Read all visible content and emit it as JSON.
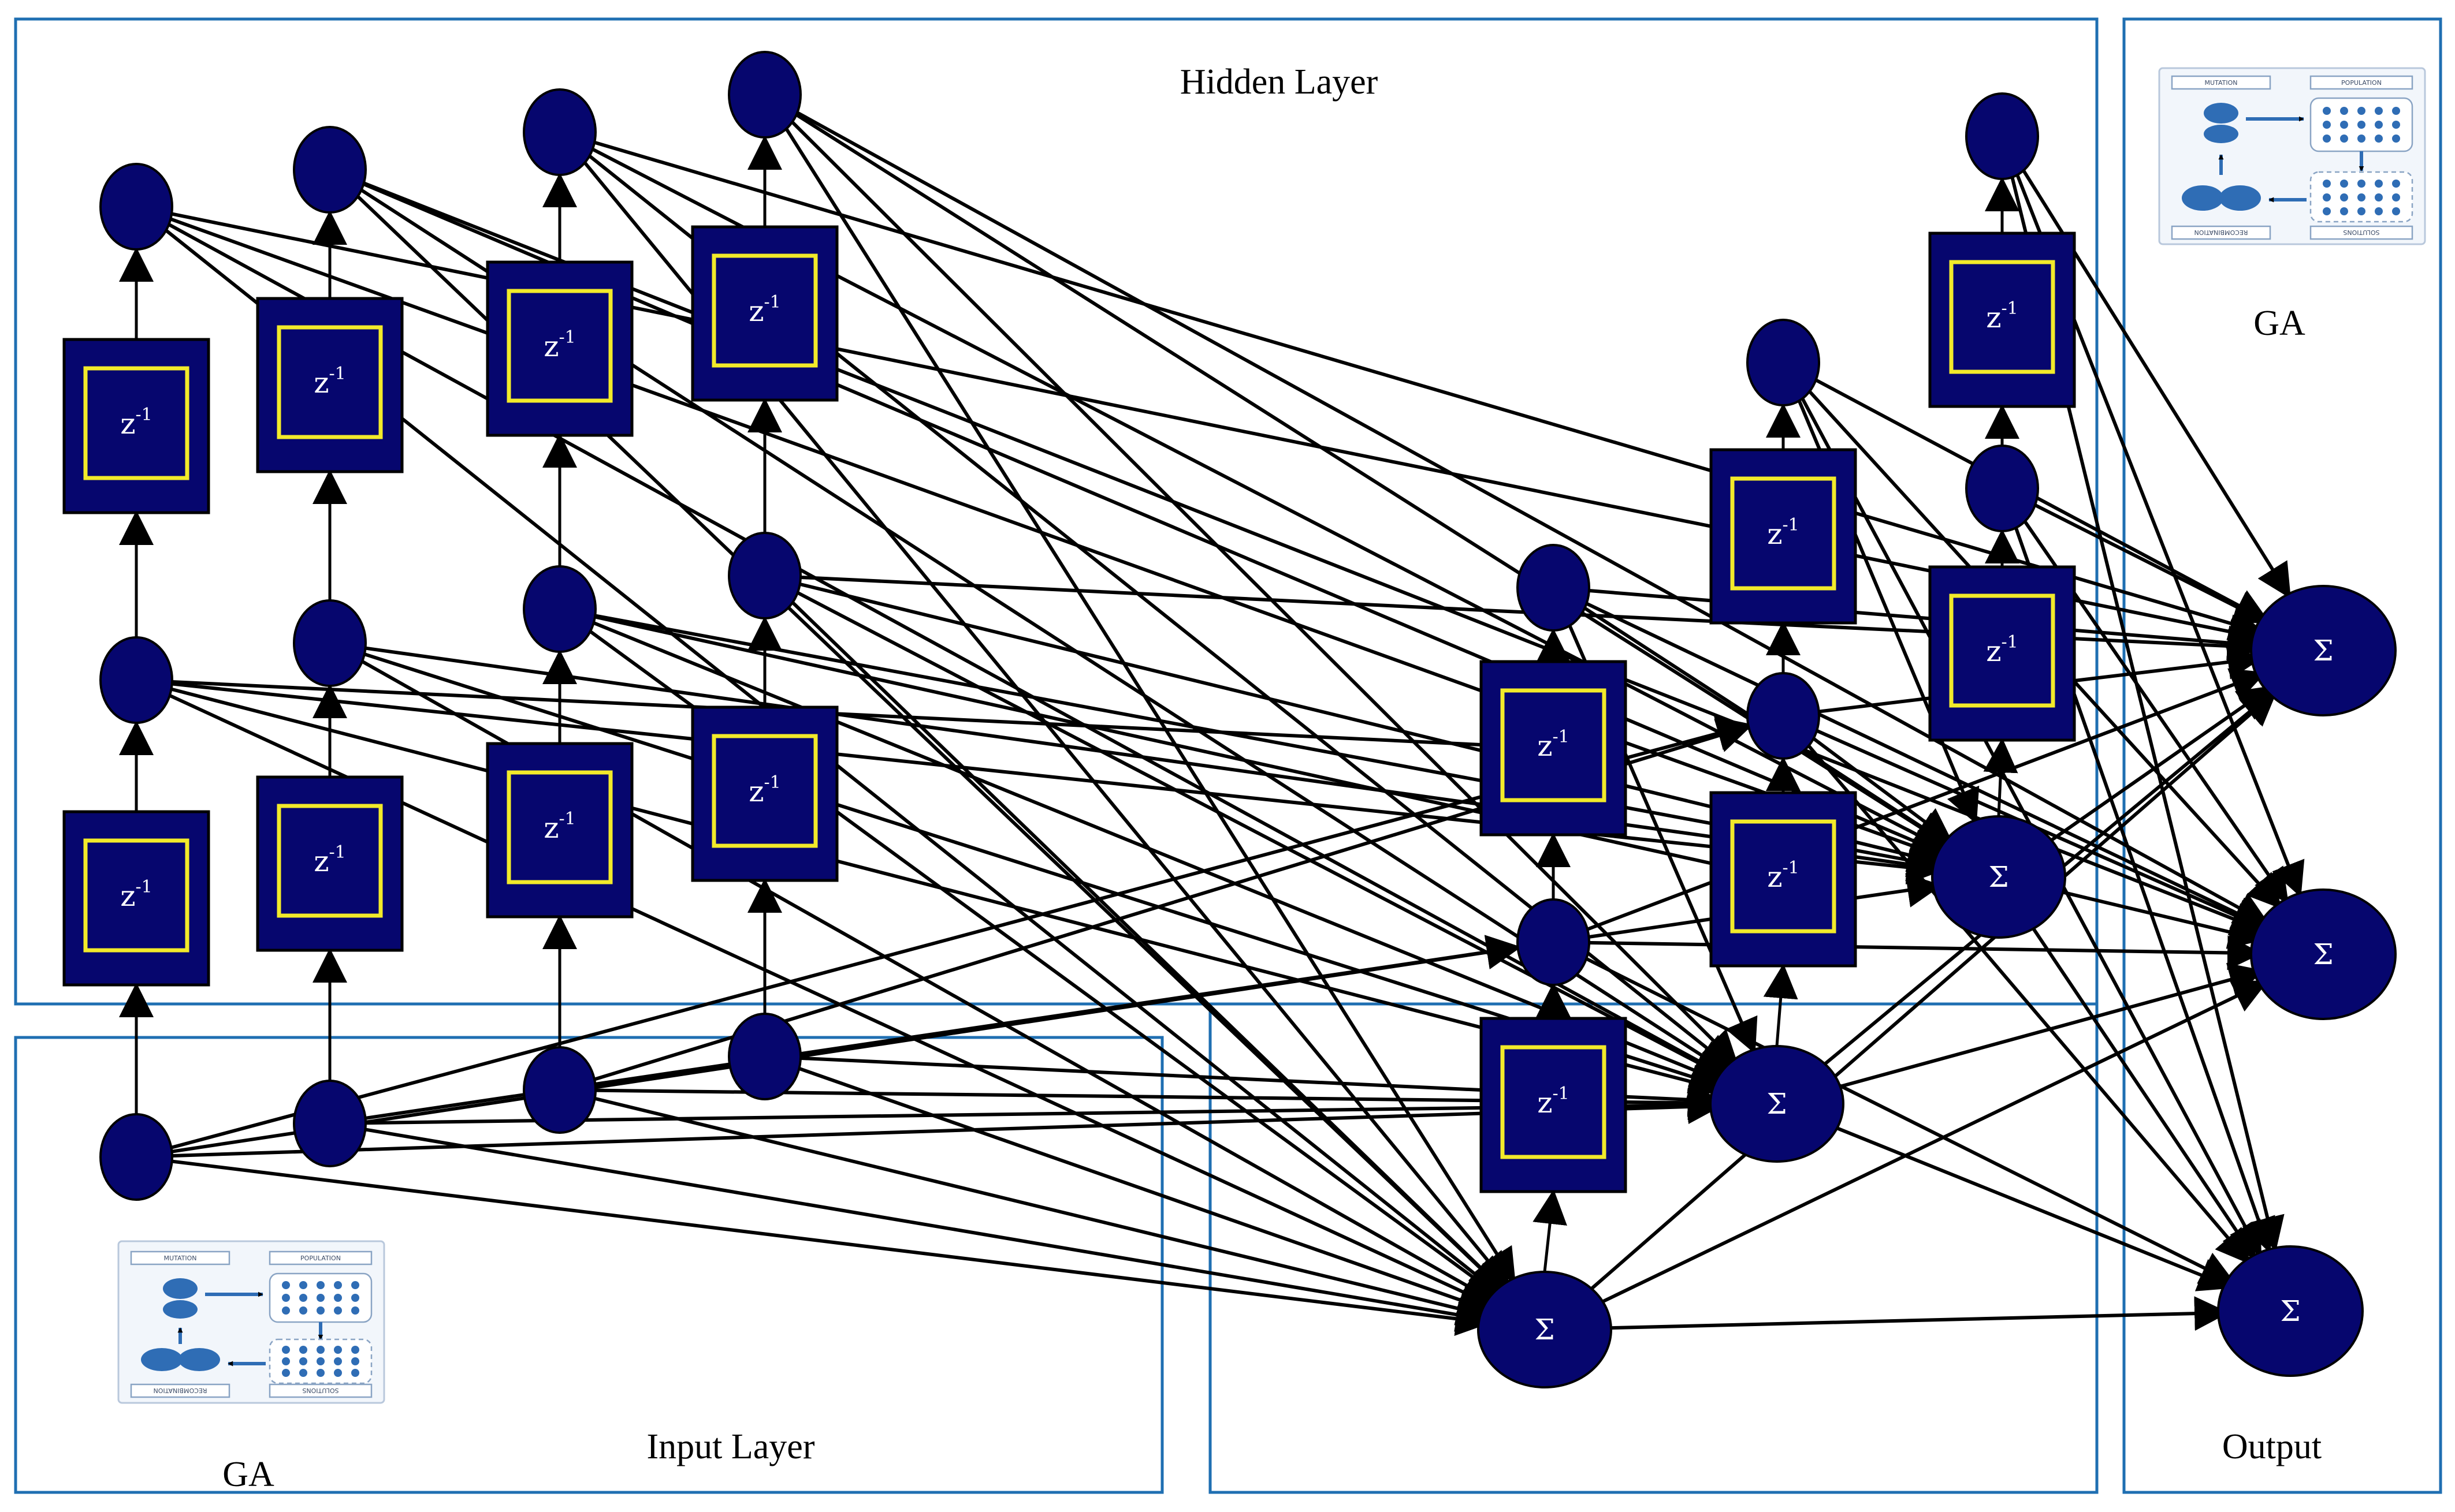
{
  "regions": {
    "hidden": "Hidden Layer",
    "input": "Input Layer",
    "output": "Output",
    "ga_left": "GA",
    "ga_right": "GA"
  },
  "symbols": {
    "delay": "z",
    "delay_exp": "-1",
    "sum": "Σ"
  },
  "ga_thumbnail": {
    "mutation": "MUTATION",
    "population": "POPULATION",
    "recombination": "RECOMBINATION",
    "solutions": "SOLUTIONS"
  },
  "colors": {
    "node": "#06066e",
    "delay_border": "#f2ea2a",
    "region_border": "#1f6fb2",
    "edge": "#000000"
  }
}
